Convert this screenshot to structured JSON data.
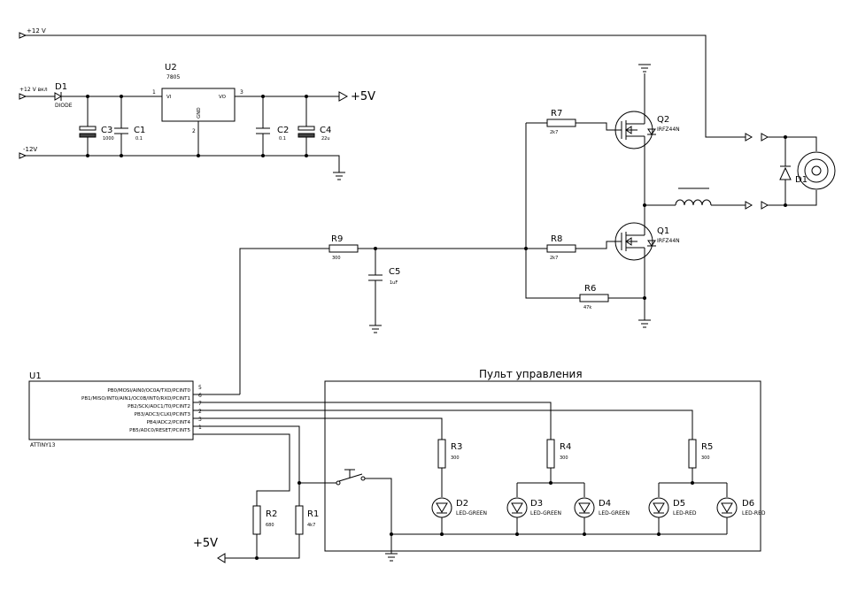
{
  "nets": {
    "v12_top": "+12 V",
    "v12_on": "+12 V вкл",
    "v12_neg": "-12V",
    "v5_out": "+5V",
    "v5_bottom": "+5V"
  },
  "regulator": {
    "ref": "U2",
    "value": "7805",
    "pin_vi": "VI",
    "pin_vo": "VO",
    "pin_gnd": "GND",
    "pin1": "1",
    "pin2": "2",
    "pin3": "3"
  },
  "parts": {
    "d1": {
      "ref": "D1",
      "value": "DIODE"
    },
    "c3": {
      "ref": "C3",
      "value": "1000"
    },
    "c1": {
      "ref": "C1",
      "value": "0.1"
    },
    "c2": {
      "ref": "C2",
      "value": "0.1"
    },
    "c4": {
      "ref": "C4",
      "value": "22u"
    },
    "r7": {
      "ref": "R7",
      "value": "2k7"
    },
    "r8": {
      "ref": "R8",
      "value": "2k7"
    },
    "r6": {
      "ref": "R6",
      "value": "47k"
    },
    "r9": {
      "ref": "R9",
      "value": "300"
    },
    "c5": {
      "ref": "C5",
      "value": "1uF"
    },
    "q1": {
      "ref": "Q1",
      "value": "IRFZ44N"
    },
    "q2": {
      "ref": "Q2",
      "value": "IRFZ44N"
    },
    "dl": {
      "ref": "D1"
    },
    "r1": {
      "ref": "R1",
      "value": "4k7"
    },
    "r2": {
      "ref": "R2",
      "value": "680"
    },
    "r3": {
      "ref": "R3",
      "value": "300"
    },
    "r4": {
      "ref": "R4",
      "value": "300"
    },
    "r5": {
      "ref": "R5",
      "value": "300"
    },
    "d2": {
      "ref": "D2",
      "value": "LED-GREEN"
    },
    "d3": {
      "ref": "D3",
      "value": "LED-GREEN"
    },
    "d4": {
      "ref": "D4",
      "value": "LED-GREEN"
    },
    "d5": {
      "ref": "D5",
      "value": "LED-RED"
    },
    "d6": {
      "ref": "D6",
      "value": "LED-RED"
    }
  },
  "mcu": {
    "ref": "U1",
    "value": "ATTINY13",
    "pins": [
      {
        "label": "PB0/MOSI/AIN0/OC0A/TXD/PCINT0",
        "num": "5"
      },
      {
        "label": "PB1/MISO/INT0/AIN1/OC0B/INT0/RXD/PCINT1",
        "num": "6"
      },
      {
        "label": "PB2/SCK/ADC1/T0/PCINT2",
        "num": "7"
      },
      {
        "label": "PB3/ADC3/CLKI/PCINT3",
        "num": "2"
      },
      {
        "label": "PB4/ADC2/PCINT4",
        "num": "3"
      },
      {
        "label": "PB5/ADC0/RESET/PCINT5",
        "num": "1"
      }
    ]
  },
  "panel": {
    "title": "Пульт управления"
  }
}
